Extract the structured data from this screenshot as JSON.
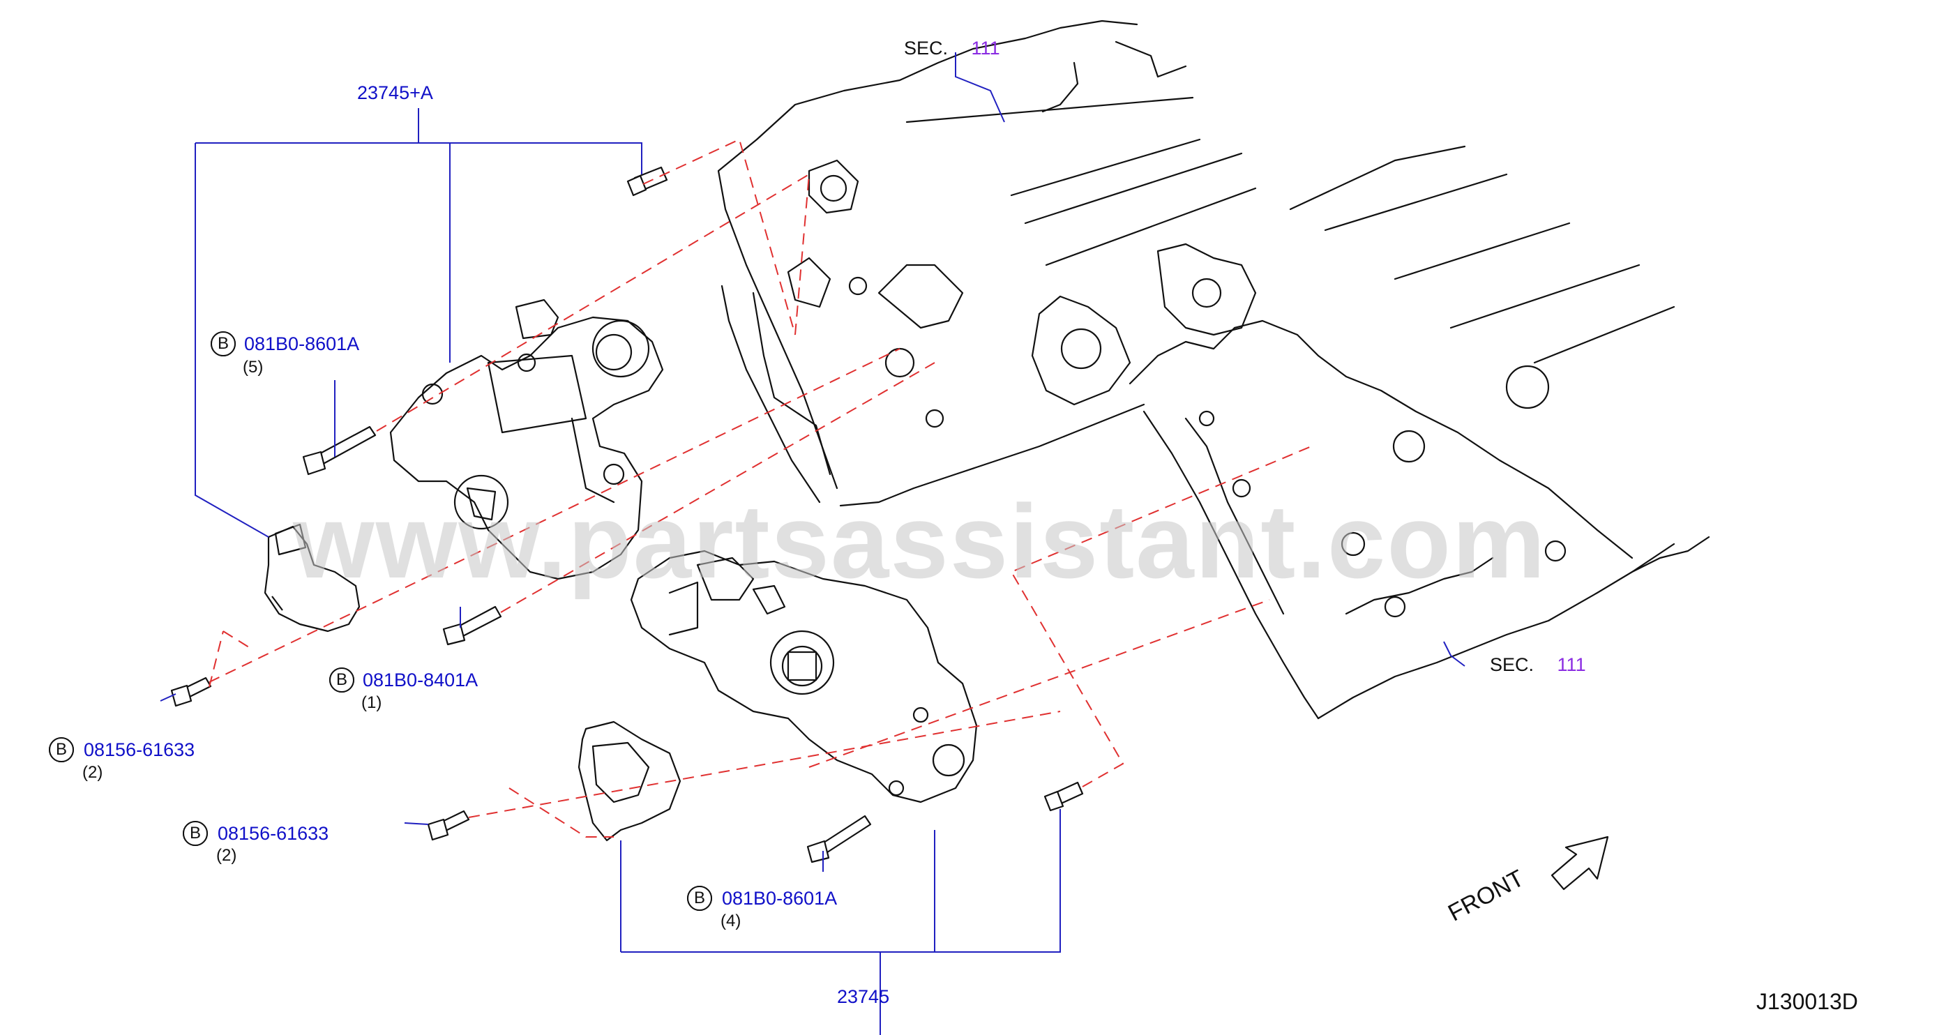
{
  "diagram": {
    "reference_code": "J130013D",
    "watermark": "www.partsassistant.com",
    "direction_label": "FRONT",
    "section_refs": [
      {
        "prefix": "SEC.",
        "number": "111"
      },
      {
        "prefix": "SEC.",
        "number": "111"
      }
    ],
    "assemblies": [
      {
        "part_number": "23745+A"
      },
      {
        "part_number": "23745"
      }
    ],
    "callouts": [
      {
        "badge": "B",
        "part_number": "081B0-8601A",
        "qty": "(5)"
      },
      {
        "badge": "B",
        "part_number": "081B0-8401A",
        "qty": "(1)"
      },
      {
        "badge": "B",
        "part_number": "08156-61633",
        "qty": "(2)"
      },
      {
        "badge": "B",
        "part_number": "08156-61633",
        "qty": "(2)"
      },
      {
        "badge": "B",
        "part_number": "081B0-8601A",
        "qty": "(4)"
      }
    ],
    "colors": {
      "part_number": "#1010c8",
      "section_number": "#8a2be2",
      "dash_line": "#e03030",
      "leader_line": "#2020c0",
      "drawing": "#111111"
    }
  }
}
